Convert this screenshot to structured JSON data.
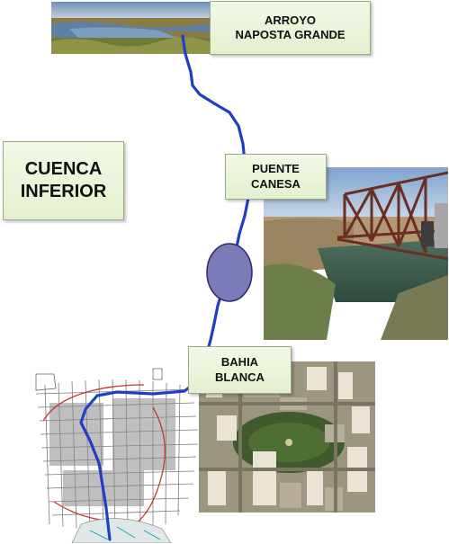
{
  "title": {
    "line1": "CUENCA",
    "line2": "INFERIOR"
  },
  "stations": [
    {
      "id": "arroyo",
      "line1": "ARROYO",
      "line2": "NAPOSTA GRANDE"
    },
    {
      "id": "puente",
      "line1": "PUENTE",
      "line2": "CANESA"
    },
    {
      "id": "bahia",
      "line1": "BAHIA",
      "line2": "BLANCA"
    }
  ],
  "colors": {
    "river": "#1f3fc4",
    "marker_fill": "#7a7bb8",
    "marker_stroke": "#2b2b6b",
    "label_bg": "#e8f3d8"
  },
  "icons": [
    "river-photo",
    "bridge-photo",
    "city-map",
    "city-aerial-photo"
  ]
}
